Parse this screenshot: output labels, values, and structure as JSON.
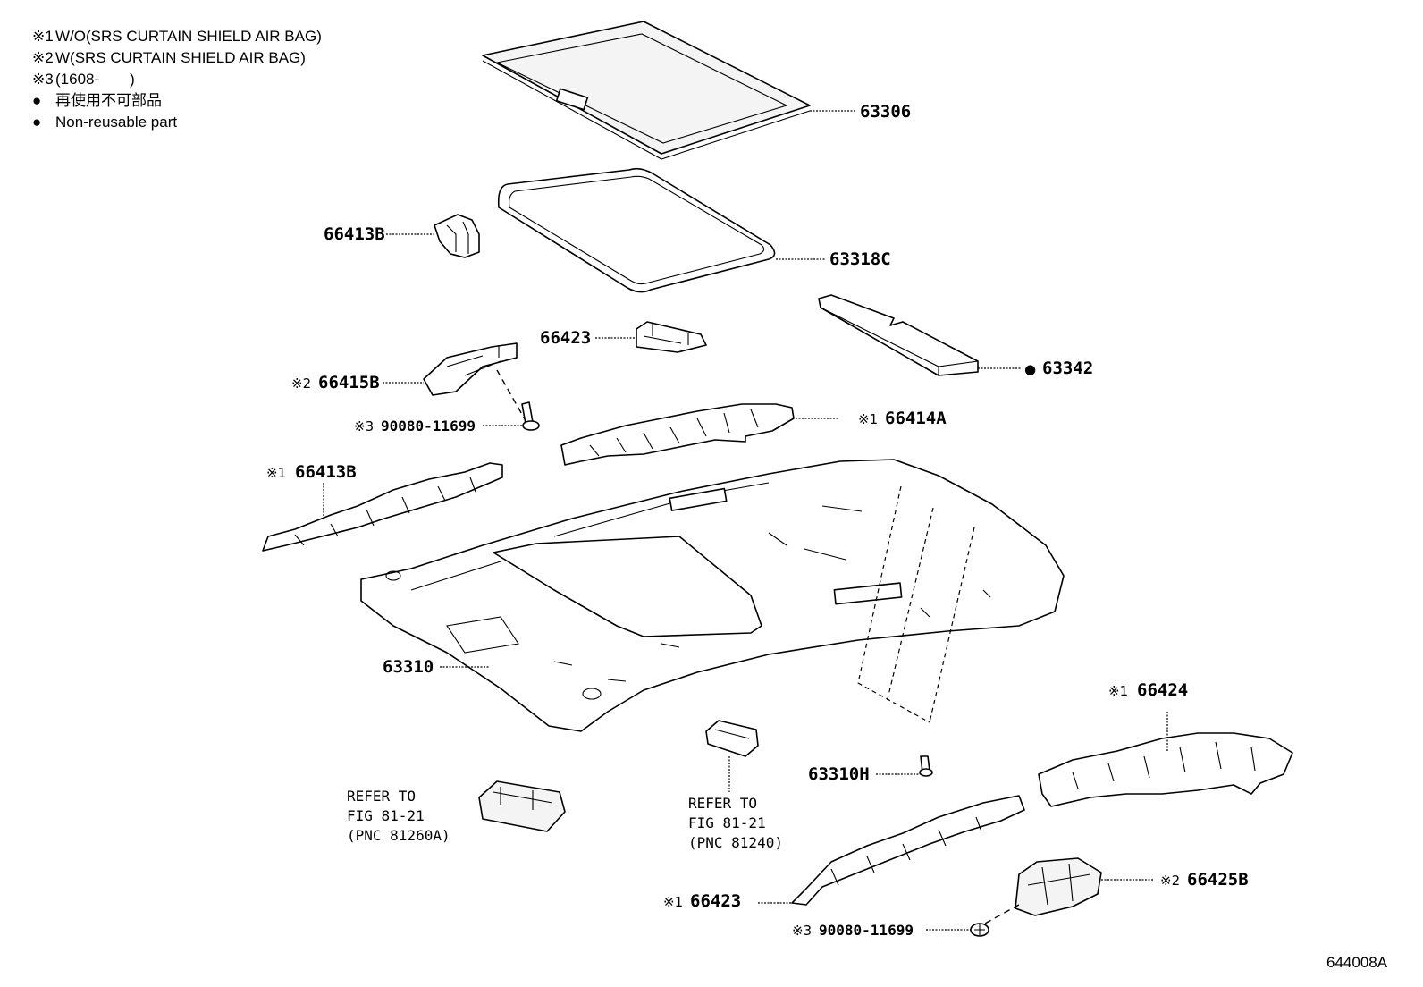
{
  "legend": [
    {
      "mark": "※1",
      "text": "W/O(SRS CURTAIN SHIELD AIR BAG)"
    },
    {
      "mark": "※2",
      "text": "W(SRS CURTAIN SHIELD AIR BAG)"
    },
    {
      "mark": "※3",
      "text": "(1608-　　)"
    },
    {
      "mark": "●",
      "text": "再使用不可部品"
    },
    {
      "mark": "●",
      "text": "Non-reusable part"
    }
  ],
  "parts": {
    "p63306": {
      "prefix": "",
      "number": "63306"
    },
    "p66413B_top": {
      "prefix": "",
      "number": "66413B"
    },
    "p63318C": {
      "prefix": "",
      "number": "63318C"
    },
    "p66423_top": {
      "prefix": "",
      "number": "66423"
    },
    "p63342": {
      "prefix": "●",
      "number": "63342"
    },
    "p66415B": {
      "prefix": "※2",
      "number": "66415B"
    },
    "p90080_top": {
      "prefix": "※3",
      "number": "90080-11699"
    },
    "p66414A": {
      "prefix": "※1",
      "number": "66414A"
    },
    "p66413B_side": {
      "prefix": "※1",
      "number": "66413B"
    },
    "p63310": {
      "prefix": "",
      "number": "63310"
    },
    "p66424": {
      "prefix": "※1",
      "number": "66424"
    },
    "p63310H": {
      "prefix": "",
      "number": "63310H"
    },
    "p66423_bottom": {
      "prefix": "※1",
      "number": "66423"
    },
    "p66425B": {
      "prefix": "※2",
      "number": "66425B"
    },
    "p90080_bottom": {
      "prefix": "※3",
      "number": "90080-11699"
    }
  },
  "refs": {
    "left": [
      "REFER TO",
      "FIG 81-21",
      "(PNC 81260A)"
    ],
    "center": [
      "REFER TO",
      "FIG 81-21",
      "(PNC 81240)"
    ]
  },
  "diagram_id": "644008A"
}
